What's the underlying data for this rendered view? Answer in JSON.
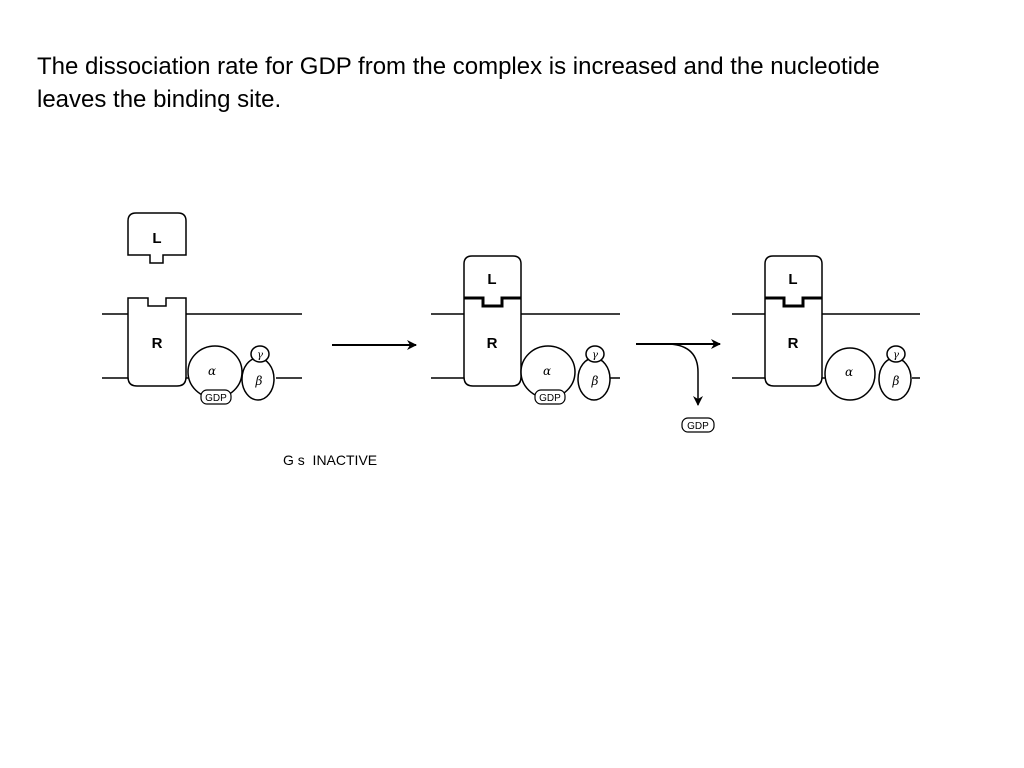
{
  "slide": {
    "caption": "The dissociation rate for GDP from the complex is increased and the nucleotide leaves the binding site."
  },
  "diagram": {
    "ligand_label": "L",
    "receptor_label": "R",
    "alpha_label": "α",
    "beta_label": "β",
    "gamma_label": "γ",
    "gdp_label": "GDP",
    "state_caption": "G s  INACTIVE"
  }
}
